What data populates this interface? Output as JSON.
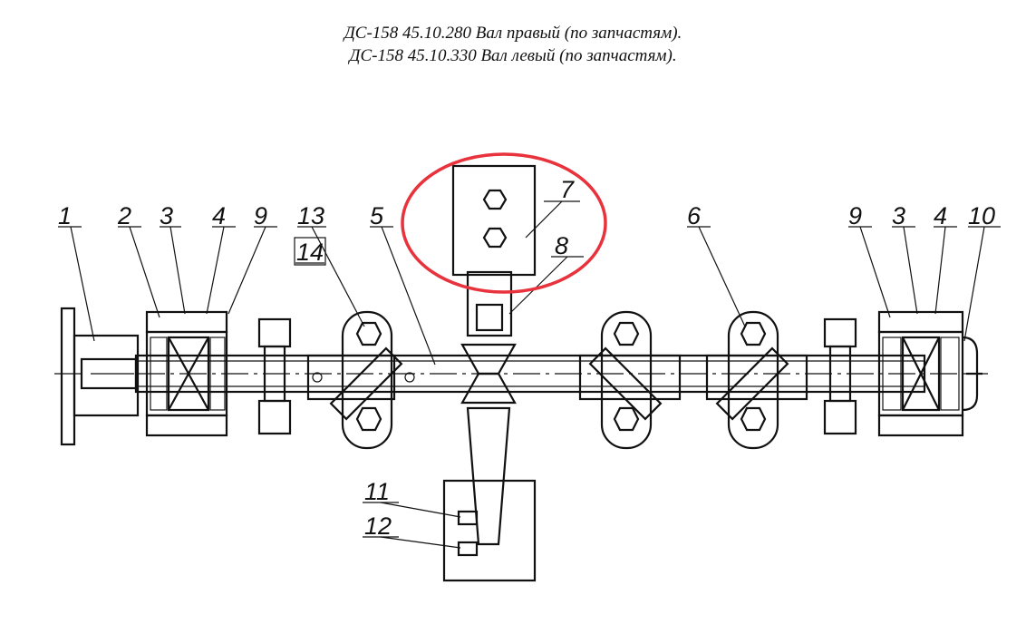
{
  "title_line1": "ДС-158 45.10.280 Вал правый (по запчастям).",
  "title_line2": "ДС-158 45.10.330 Вал левый  (по запчастям).",
  "callouts": {
    "c1": "1",
    "c2": "2",
    "c3a": "3",
    "c4a": "4",
    "c9a": "9",
    "c13": "13",
    "c14": "14",
    "c5": "5",
    "c7": "7",
    "c8": "8",
    "c6": "6",
    "c9b": "9",
    "c3b": "3",
    "c4b": "4",
    "c10": "10",
    "c11": "11",
    "c12": "12"
  },
  "highlight_color": "#e8323c"
}
